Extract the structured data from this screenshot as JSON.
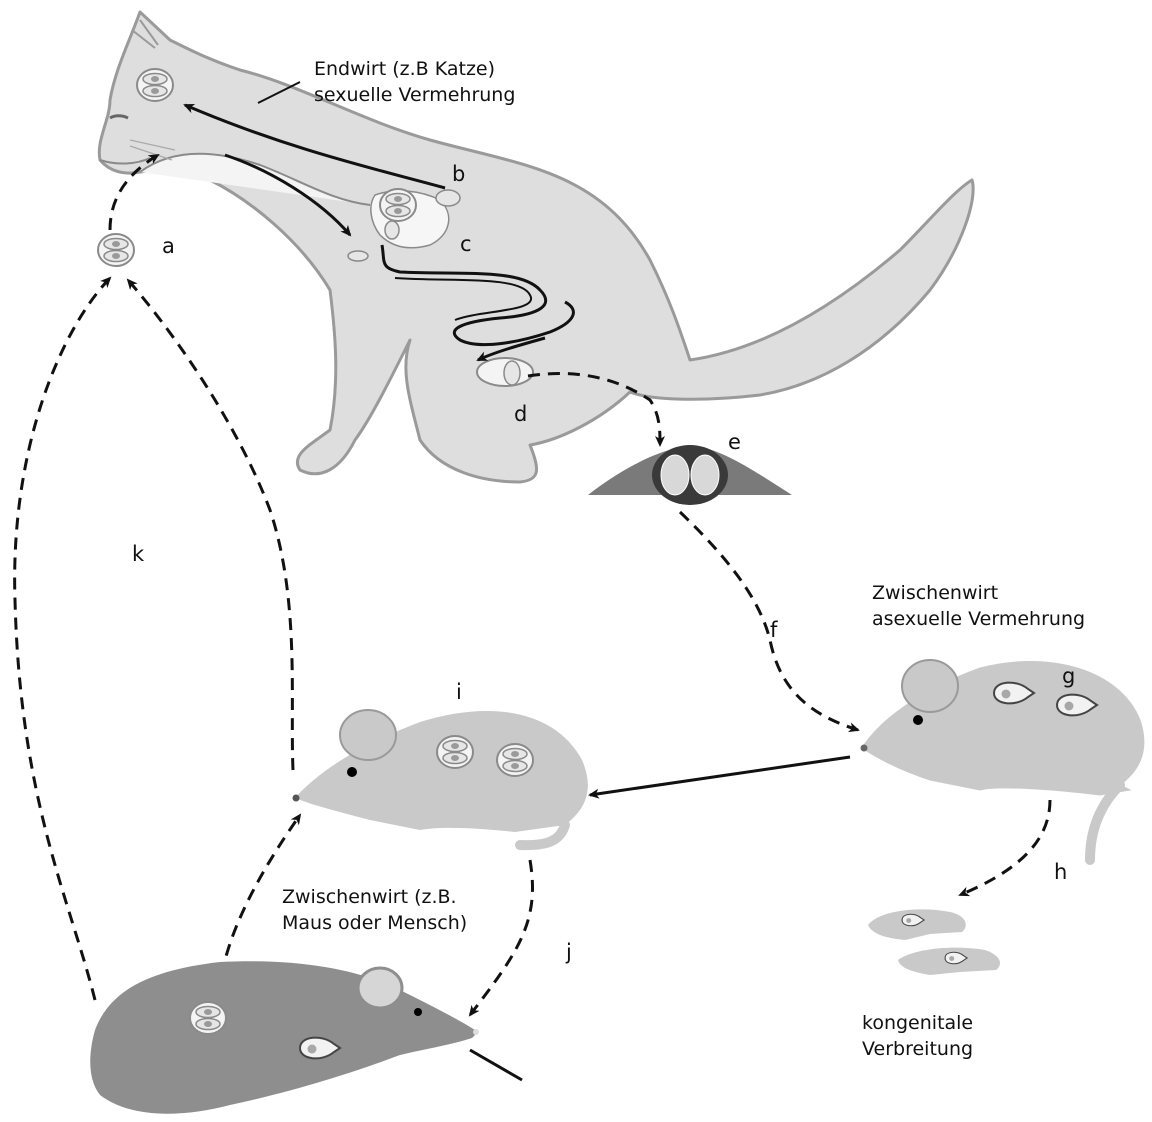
{
  "titles": {
    "endwirt_line1": "Endwirt (z.B Katze)",
    "endwirt_line2": "sexuelle Vermehrung",
    "zwischenwirt_line1": "Zwischenwirt",
    "zwischenwirt_line2": "asexuelle Vermehrung",
    "zwischenwirt2_line1": "Zwischenwirt (z.B.",
    "zwischenwirt2_line2": "Maus oder Mensch)",
    "kongenital_line1": "kongenitale",
    "kongenital_line2": "Verbreitung"
  },
  "letters": {
    "a": "a",
    "b": "b",
    "c": "c",
    "d": "d",
    "e": "e",
    "f": "f",
    "g": "g",
    "h": "h",
    "i": "i",
    "j": "j",
    "k": "k"
  },
  "colors": {
    "cat_fill": "#dedede",
    "cat_outline": "#9a9a9a",
    "mouse_fill": "#c9c9c9",
    "dark_rat_fill": "#8e8e8e",
    "arrow": "#111111"
  }
}
